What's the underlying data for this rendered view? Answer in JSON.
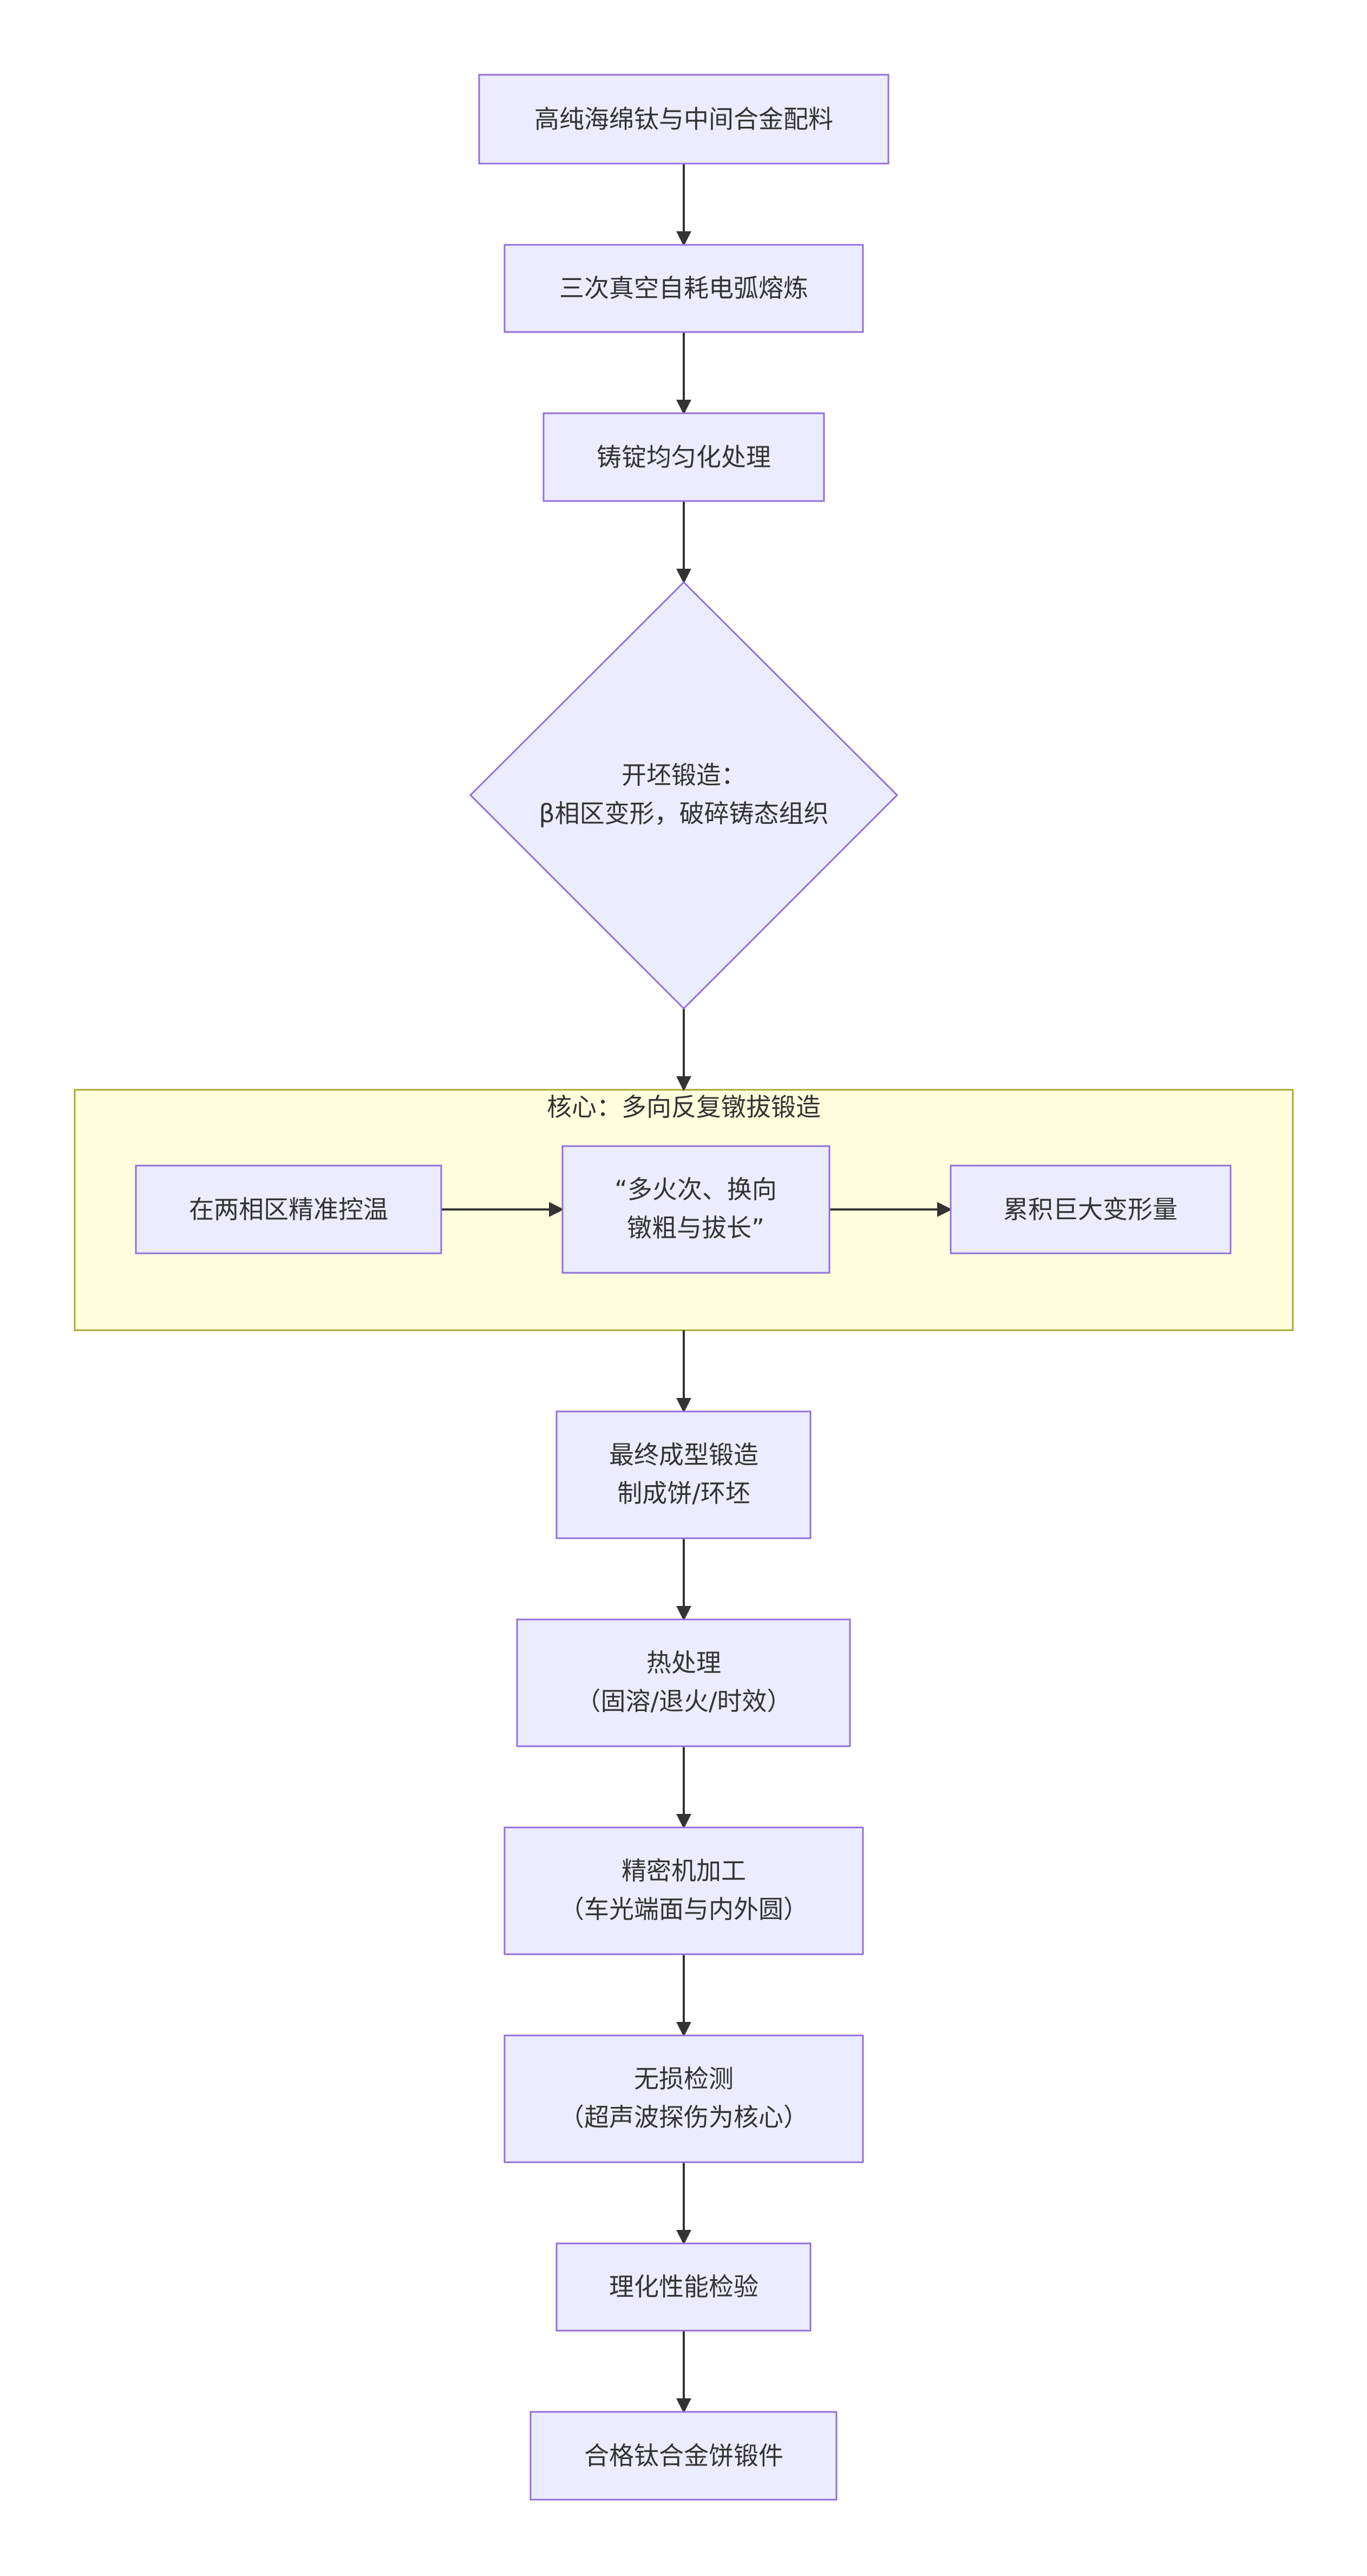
{
  "diagram": {
    "colors": {
      "node_fill": "#ECECFF",
      "node_stroke": "#9370DB",
      "cluster_fill": "#ffffde",
      "cluster_stroke": "#aaaa33",
      "edge": "#333333",
      "text": "#333333"
    },
    "cluster": {
      "title": "核心：多向反复镦拔锻造"
    },
    "nodes": {
      "raw_material": {
        "lines": [
          "高纯海绵钛与中间合金配料"
        ]
      },
      "melting": {
        "lines": [
          "三次真空自耗电弧熔炼"
        ]
      },
      "homogenize": {
        "lines": [
          "铸锭均匀化处理"
        ]
      },
      "cogging": {
        "lines": [
          "开坯锻造：",
          "β相区变形，破碎铸态组织"
        ]
      },
      "temp_control": {
        "lines": [
          "在两相区精准控温"
        ]
      },
      "upset_draw": {
        "lines": [
          "“多火次、换向",
          "镦粗与拔长”"
        ]
      },
      "deformation": {
        "lines": [
          "累积巨大变形量"
        ]
      },
      "final_forging": {
        "lines": [
          "最终成型锻造",
          "制成饼/环坯"
        ]
      },
      "heat_treat": {
        "lines": [
          "热处理",
          "（固溶/退火/时效）"
        ]
      },
      "machining": {
        "lines": [
          "精密机加工",
          "（车光端面与内外圆）"
        ]
      },
      "ndt": {
        "lines": [
          "无损检测",
          "（超声波探伤为核心）"
        ]
      },
      "testing": {
        "lines": [
          "理化性能检验"
        ]
      },
      "product": {
        "lines": [
          "合格钛合金饼锻件"
        ]
      }
    },
    "edges": [
      [
        "raw_material",
        "melting"
      ],
      [
        "melting",
        "homogenize"
      ],
      [
        "homogenize",
        "cogging"
      ],
      [
        "cogging",
        "cluster"
      ],
      [
        "temp_control",
        "upset_draw"
      ],
      [
        "upset_draw",
        "deformation"
      ],
      [
        "cluster",
        "final_forging"
      ],
      [
        "final_forging",
        "heat_treat"
      ],
      [
        "heat_treat",
        "machining"
      ],
      [
        "machining",
        "ndt"
      ],
      [
        "ndt",
        "testing"
      ],
      [
        "testing",
        "product"
      ]
    ]
  }
}
